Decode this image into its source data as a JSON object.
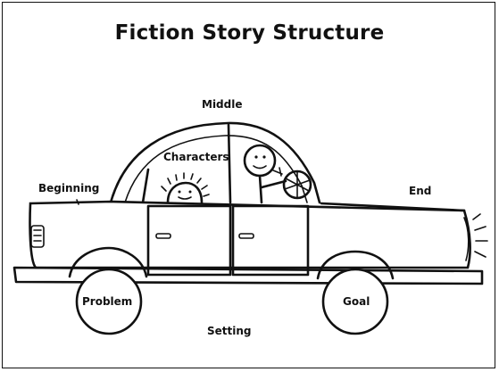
{
  "title": "Fiction Story Structure",
  "labels": {
    "middle": "Middle",
    "characters": "Characters",
    "beginning": "Beginning",
    "end": "End",
    "problem": "Problem",
    "goal": "Goal",
    "setting": "Setting"
  }
}
